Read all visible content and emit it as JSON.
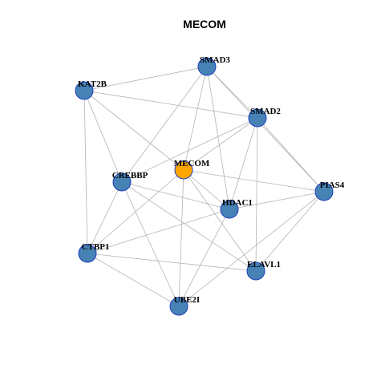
{
  "title": "MECOM",
  "colors": {
    "hub_fill": "#FFA500",
    "node_fill": "#4682B4",
    "node_stroke": "#1E3FC0",
    "edge": "#B4B4B4"
  },
  "nodes": [
    {
      "id": "MECOM",
      "label": "MECOM",
      "hub": true
    },
    {
      "id": "SMAD3",
      "label": "SMAD3",
      "hub": false
    },
    {
      "id": "KAT2B",
      "label": "KAT2B",
      "hub": false
    },
    {
      "id": "SMAD2",
      "label": "SMAD2",
      "hub": false
    },
    {
      "id": "CREBBP",
      "label": "CREBBP",
      "hub": false
    },
    {
      "id": "PIAS4",
      "label": "PIAS4",
      "hub": false
    },
    {
      "id": "HDAC1",
      "label": "HDAC1",
      "hub": false
    },
    {
      "id": "CTBP1",
      "label": "CTBP1",
      "hub": false
    },
    {
      "id": "ELAVL1",
      "label": "ELAVL1",
      "hub": false
    },
    {
      "id": "UBE2I",
      "label": "UBE2I",
      "hub": false
    }
  ],
  "edges": [
    [
      "SMAD3",
      "KAT2B"
    ],
    [
      "SMAD3",
      "SMAD2"
    ],
    [
      "SMAD3",
      "MECOM"
    ],
    [
      "SMAD3",
      "CREBBP"
    ],
    [
      "SMAD3",
      "HDAC1"
    ],
    [
      "SMAD3",
      "PIAS4"
    ],
    [
      "KAT2B",
      "SMAD2"
    ],
    [
      "KAT2B",
      "MECOM"
    ],
    [
      "KAT2B",
      "CREBBP"
    ],
    [
      "KAT2B",
      "CTBP1"
    ],
    [
      "SMAD2",
      "MECOM"
    ],
    [
      "SMAD2",
      "CREBBP"
    ],
    [
      "SMAD2",
      "HDAC1"
    ],
    [
      "SMAD2",
      "PIAS4"
    ],
    [
      "SMAD2",
      "ELAVL1"
    ],
    [
      "MECOM",
      "CTBP1"
    ],
    [
      "MECOM",
      "UBE2I"
    ],
    [
      "MECOM",
      "ELAVL1"
    ],
    [
      "MECOM",
      "HDAC1"
    ],
    [
      "MECOM",
      "PIAS4"
    ],
    [
      "CREBBP",
      "CTBP1"
    ],
    [
      "CREBBP",
      "UBE2I"
    ],
    [
      "CREBBP",
      "HDAC1"
    ],
    [
      "CREBBP",
      "ELAVL1"
    ],
    [
      "PIAS4",
      "HDAC1"
    ],
    [
      "PIAS4",
      "UBE2I"
    ],
    [
      "PIAS4",
      "ELAVL1"
    ],
    [
      "HDAC1",
      "CTBP1"
    ],
    [
      "HDAC1",
      "UBE2I"
    ],
    [
      "CTBP1",
      "ELAVL1"
    ],
    [
      "CTBP1",
      "UBE2I"
    ]
  ]
}
